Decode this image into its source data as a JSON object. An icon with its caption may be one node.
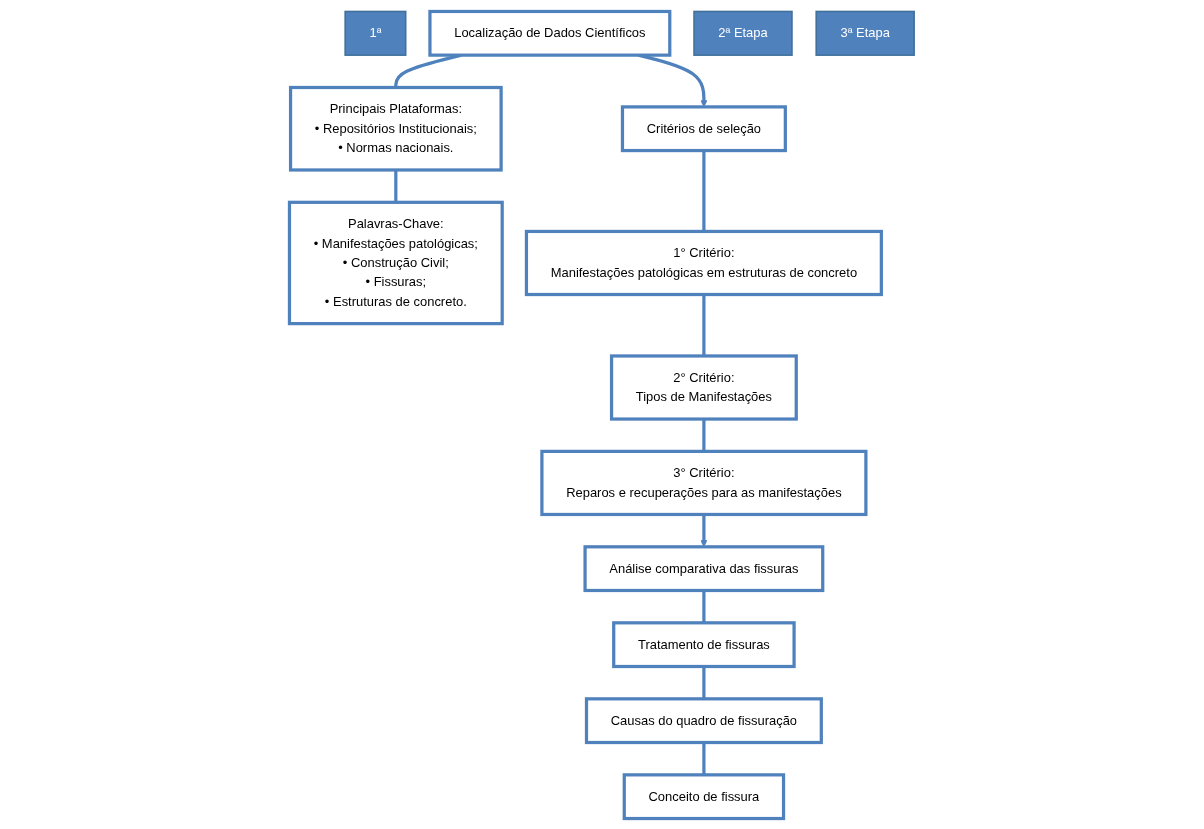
{
  "diagram": {
    "nodes": [
      {
        "text": [
          "1ª"
        ]
      },
      {
        "text": [
          "Localização de Dados Científicos"
        ]
      },
      {
        "text": [
          "Principais Plataformas:",
          "• Repositórios Institucionais;",
          "• Normas nacionais."
        ]
      },
      {
        "text": [
          "Palavras-Chave:",
          "• Manifestações patológicas;",
          "• Construção Civil;",
          "• Fissuras;",
          "• Estruturas de concreto."
        ]
      },
      {
        "text": [
          "2ª Etapa"
        ]
      },
      {
        "text": [
          "Critérios de seleção"
        ]
      },
      {
        "text": [
          "1° Critério:",
          "Manifestações patológicas em estruturas de concreto"
        ]
      },
      {
        "text": [
          "2° Critério:",
          "Tipos de Manifestações"
        ]
      },
      {
        "text": [
          "3° Critério:",
          "Reparos e recuperações para as manifestações"
        ]
      },
      {
        "text": [
          "3ª Etapa"
        ]
      },
      {
        "text": [
          "Análise comparativa das fissuras"
        ]
      },
      {
        "text": [
          "Tratamento de fissuras"
        ]
      },
      {
        "text": [
          "Causas do quadro de fissuração"
        ]
      },
      {
        "text": [
          "Conceito de fissura"
        ]
      }
    ],
    "edges": [
      {
        "from": 1,
        "to": 2,
        "arrow": "none"
      },
      {
        "from": 1,
        "to": 5,
        "arrow": "to"
      },
      {
        "from": 2,
        "to": 3,
        "arrow": "none"
      },
      {
        "from": 5,
        "to": 6,
        "arrow": "none"
      },
      {
        "from": 6,
        "to": 7,
        "arrow": "none"
      },
      {
        "from": 7,
        "to": 8,
        "arrow": "none"
      },
      {
        "from": 8,
        "to": 10,
        "arrow": "to"
      },
      {
        "from": 10,
        "to": 11,
        "arrow": "none"
      },
      {
        "from": 11,
        "to": 12,
        "arrow": "none"
      },
      {
        "from": 12,
        "to": 13,
        "arrow": "none"
      }
    ]
  }
}
